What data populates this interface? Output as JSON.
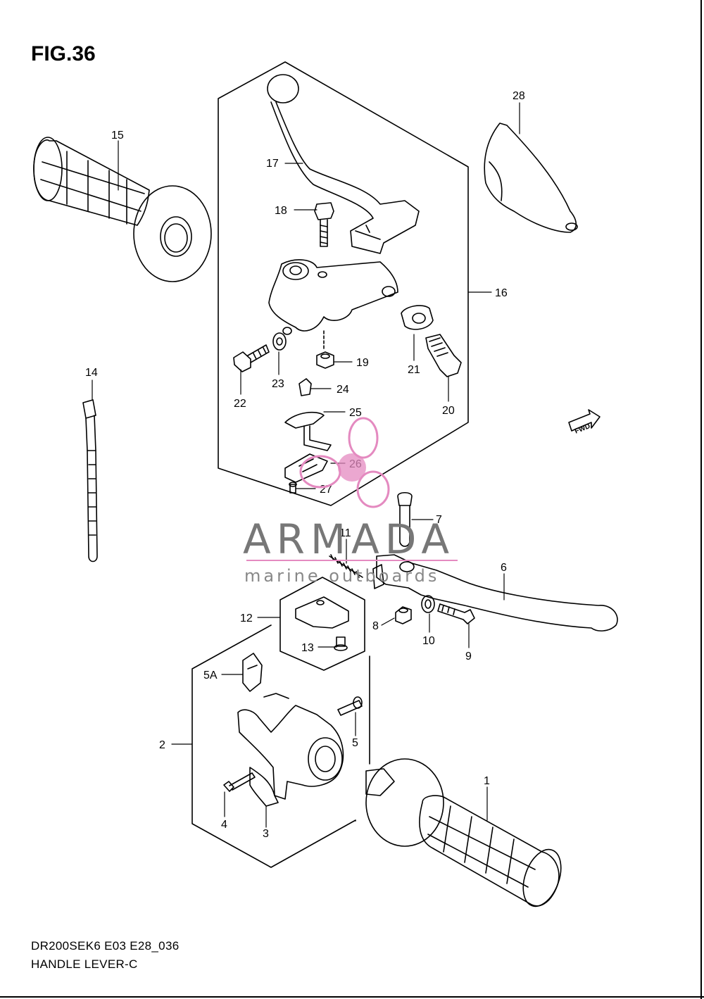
{
  "figure": {
    "title": "FIG.36",
    "code": "DR200SEK6 E03 E28_036",
    "name": "HANDLE LEVER-C"
  },
  "callouts": {
    "c1": "1",
    "c2": "2",
    "c3": "3",
    "c4": "4",
    "c5": "5",
    "c5a": "5A",
    "c6": "6",
    "c7": "7",
    "c8": "8",
    "c9": "9",
    "c10": "10",
    "c11": "11",
    "c12": "12",
    "c13": "13",
    "c14": "14",
    "c15": "15",
    "c16": "16",
    "c17": "17",
    "c18": "18",
    "c19": "19",
    "c20": "20",
    "c21": "21",
    "c22": "22",
    "c23": "23",
    "c24": "24",
    "c25": "25",
    "c26": "26",
    "c27": "27",
    "c28": "28"
  },
  "fwd_badge": "FWD",
  "watermark": {
    "brand": "ARMADA",
    "tagline": "marine outboards",
    "accent_color": "#e48ac0"
  },
  "colors": {
    "line": "#000000",
    "background": "#ffffff"
  }
}
